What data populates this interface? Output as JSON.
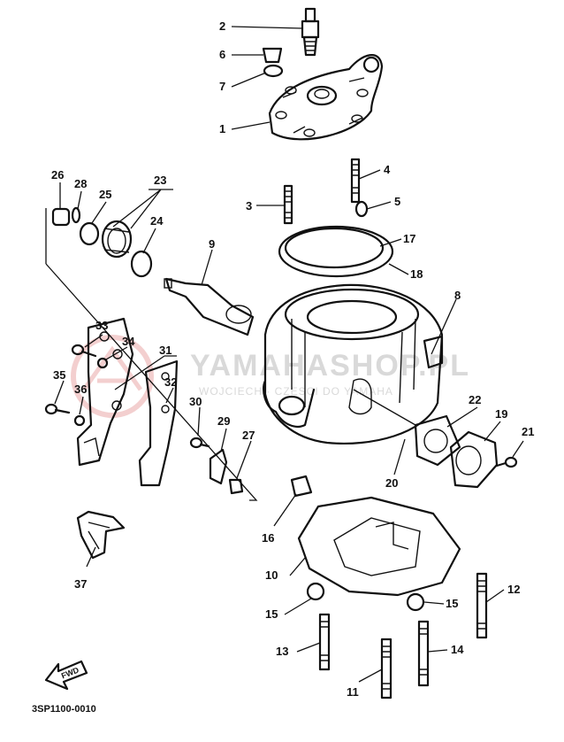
{
  "diagram": {
    "code_label": "3SP1100-0010",
    "fwd_label": "FWD",
    "watermark": {
      "title": "YAMAHASHOP.PL",
      "subtitle": "WOJCIECH · CZESCI DO YAMAHA"
    },
    "callouts": [
      {
        "id": "c1",
        "text": "1"
      },
      {
        "id": "c2",
        "text": "2"
      },
      {
        "id": "c3",
        "text": "3"
      },
      {
        "id": "c4",
        "text": "4"
      },
      {
        "id": "c5",
        "text": "5"
      },
      {
        "id": "c6",
        "text": "6"
      },
      {
        "id": "c7",
        "text": "7"
      },
      {
        "id": "c8",
        "text": "8"
      },
      {
        "id": "c9",
        "text": "9"
      },
      {
        "id": "c10",
        "text": "10"
      },
      {
        "id": "c11",
        "text": "11"
      },
      {
        "id": "c12",
        "text": "12"
      },
      {
        "id": "c13",
        "text": "13"
      },
      {
        "id": "c14",
        "text": "14"
      },
      {
        "id": "c15a",
        "text": "15"
      },
      {
        "id": "c15b",
        "text": "15"
      },
      {
        "id": "c16",
        "text": "16"
      },
      {
        "id": "c17",
        "text": "17"
      },
      {
        "id": "c18",
        "text": "18"
      },
      {
        "id": "c19",
        "text": "19"
      },
      {
        "id": "c20",
        "text": "20"
      },
      {
        "id": "c21",
        "text": "21"
      },
      {
        "id": "c22",
        "text": "22"
      },
      {
        "id": "c23",
        "text": "23"
      },
      {
        "id": "c24",
        "text": "24"
      },
      {
        "id": "c25",
        "text": "25"
      },
      {
        "id": "c26",
        "text": "26"
      },
      {
        "id": "c27",
        "text": "27"
      },
      {
        "id": "c28",
        "text": "28"
      },
      {
        "id": "c29",
        "text": "29"
      },
      {
        "id": "c30",
        "text": "30"
      },
      {
        "id": "c31",
        "text": "31"
      },
      {
        "id": "c32",
        "text": "32"
      },
      {
        "id": "c33",
        "text": "33"
      },
      {
        "id": "c34",
        "text": "34"
      },
      {
        "id": "c35",
        "text": "35"
      },
      {
        "id": "c36",
        "text": "36"
      },
      {
        "id": "c37",
        "text": "37"
      }
    ]
  }
}
